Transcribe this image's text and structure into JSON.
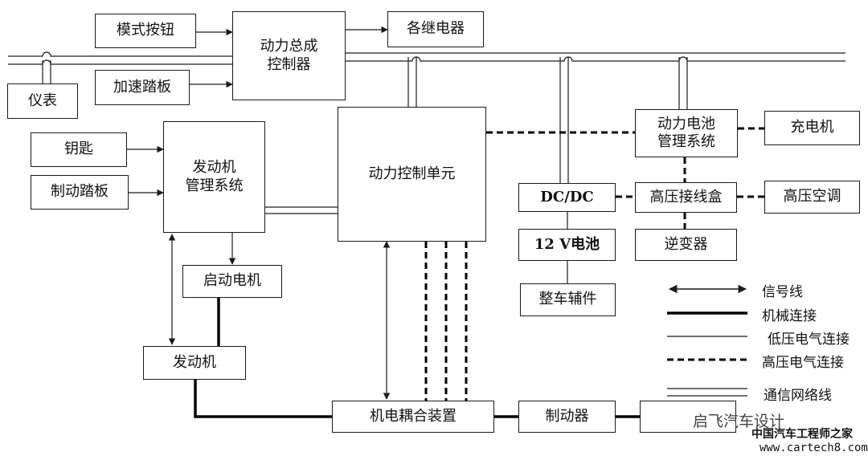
{
  "nodes": {
    "mode_button": "模式按钮",
    "accelerator_pedal": "加速踏板",
    "instrument": "仪表",
    "powertrain_controller": "动力总成\n控制器",
    "relays": "各继电器",
    "key": "钥匙",
    "brake_pedal": "制动踏板",
    "engine_ms": "发动机\n管理系统",
    "power_control_unit": "动力控制单元",
    "battery_ms": "动力电池\n管理系统",
    "charger": "充电机",
    "dcdc": "DC/DC",
    "hv_junction": "高压接线盒",
    "hv_ac": "高压空调",
    "battery_12v": "12 V电池",
    "inverter": "逆变器",
    "aux": "整车辅件",
    "starter": "启动电机",
    "engine": "发动机",
    "coupling": "机电耦合装置",
    "brake": "制动器",
    "wheel": ""
  },
  "legend": {
    "signal": "信号线",
    "mechanical": "机械连接",
    "low_voltage": "低压电气连接",
    "high_voltage": "高压电气连接",
    "network": "通信网络线"
  },
  "watermark": {
    "brand": "启飞汽车设计",
    "site_cn": "中国汽车工程师之家",
    "url": "www.cartech8.com"
  },
  "colors": {
    "line": "#1a1a1a",
    "background": "#ffffff"
  }
}
